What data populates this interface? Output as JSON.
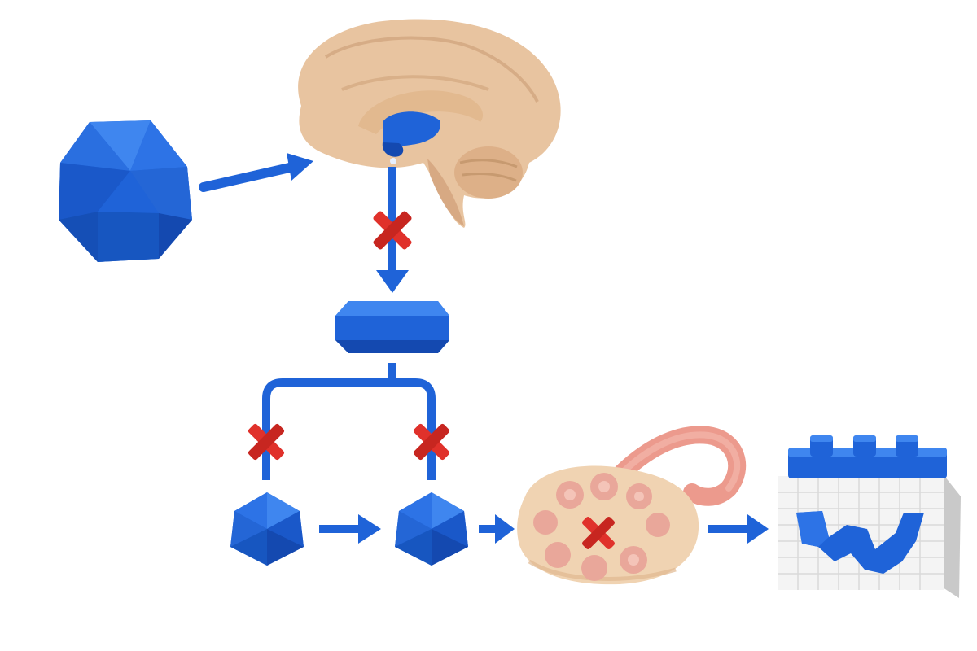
{
  "diagram": {
    "style": "low-poly 3D illustration",
    "colors": {
      "primary_blue": "#1f63d8",
      "blue_light": "#3f86ef",
      "blue_dark": "#1449b0",
      "brain_beige": "#e8c4a0",
      "brain_shade": "#cfa37a",
      "ovary_beige": "#f0d3b2",
      "follicle_pink": "#e9a79a",
      "tube_pink": "#ec9a8d",
      "block_red": "#e0312b",
      "calendar_white": "#f4f4f4",
      "calendar_grey": "#d9d9d9"
    },
    "nodes": [
      {
        "id": "hormone-source",
        "icon": "blue-polyhedron-icon"
      },
      {
        "id": "brain",
        "icon": "brain-icon",
        "highlight": "hypothalamus-pituitary-region"
      },
      {
        "id": "pituitary-block",
        "icon": "blue-capsule-block-icon"
      },
      {
        "id": "left-hormone",
        "icon": "blue-hexagon-icon"
      },
      {
        "id": "right-hormone",
        "icon": "blue-hexagon-icon"
      },
      {
        "id": "ovary",
        "icon": "ovary-icon"
      },
      {
        "id": "calendar",
        "icon": "calendar-icon"
      }
    ],
    "blocked_signals": [
      {
        "location": "brain-to-pituitary",
        "icon": "red-x-icon"
      },
      {
        "location": "left-branch",
        "icon": "red-x-icon"
      },
      {
        "location": "right-branch",
        "icon": "red-x-icon"
      },
      {
        "location": "ovary-follicles",
        "icon": "red-x-icon"
      }
    ],
    "arrows": [
      "hormone-source-to-brain",
      "brain-to-pituitary",
      "left-hormone-to-right-hormone",
      "right-hormone-to-ovary",
      "ovary-to-calendar"
    ]
  }
}
